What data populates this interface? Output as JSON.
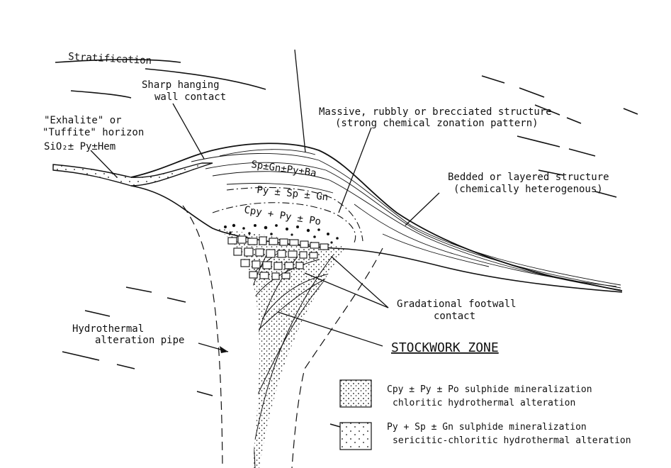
{
  "labels": {
    "stratification": "Stratification",
    "sharp_contact_1": "Sharp hanging",
    "sharp_contact_2": "wall contact",
    "exhalite_1": "\"Exhalite\" or",
    "exhalite_2": "\"Tuffite\" horizon",
    "exhalite_3": "SiO₂± Py±Hem",
    "massive_1": "Massive, rubbly or brecciated structure",
    "massive_2": "(strong chemical zonation pattern)",
    "bedded_1": "Bedded or layered structure",
    "bedded_2": "(chemically heterogenous)",
    "zone_top": "Sp±Gn±Py±Ba",
    "zone_mid": "Py ± Sp ± Gn",
    "zone_low": "Cpy + Py ± Po",
    "footwall_1": "Gradational footwall",
    "footwall_2": "contact",
    "pipe_1": "Hydrothermal",
    "pipe_2": "alteration pipe",
    "stockwork": "STOCKWORK ZONE"
  },
  "legend": [
    {
      "line1": "Cpy ± Py ± Po sulphide mineralization",
      "line2": "chloritic hydrothermal alteration",
      "pattern": "dense-dots"
    },
    {
      "line1": "Py + Sp ± Gn sulphide mineralization",
      "line2": "sericitic-chloritic hydrothermal alteration",
      "pattern": "sparse-dots"
    }
  ]
}
